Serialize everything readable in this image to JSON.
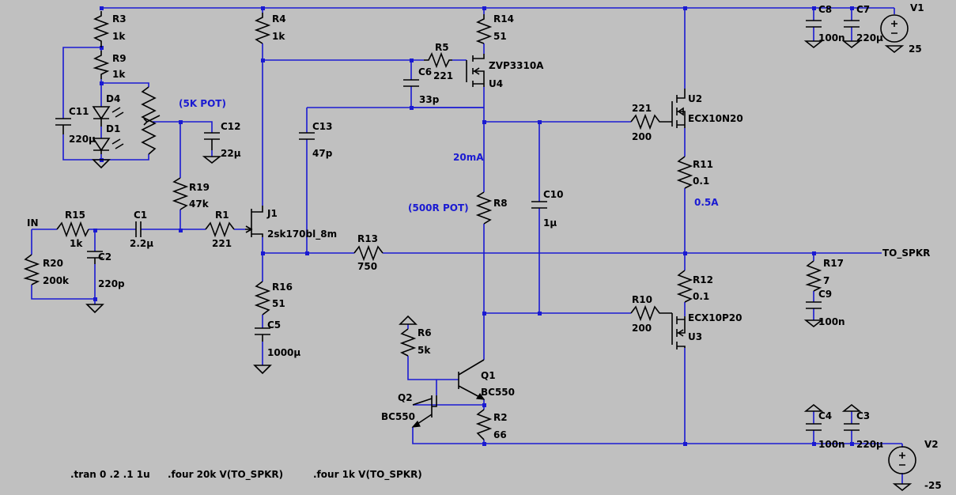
{
  "components": {
    "R3": {
      "name": "R3",
      "value": "1k"
    },
    "R9": {
      "name": "R9",
      "value": "1k"
    },
    "R4": {
      "name": "R4",
      "value": "1k"
    },
    "R14": {
      "name": "R14",
      "value": "51"
    },
    "R5": {
      "name": "R5",
      "value": "221"
    },
    "C6": {
      "name": "C6",
      "value": "33p"
    },
    "U4": {
      "name": "U4",
      "value": "ZVP3310A"
    },
    "C8": {
      "name": "C8",
      "value": "100n"
    },
    "C7": {
      "name": "C7",
      "value": "220µ"
    },
    "V1": {
      "name": "V1",
      "value": "25"
    },
    "D4": {
      "name": "D4"
    },
    "D1": {
      "name": "D1"
    },
    "C11": {
      "name": "C11",
      "value": "220µ"
    },
    "C12": {
      "name": "C12",
      "value": "22µ"
    },
    "C13": {
      "name": "C13",
      "value": "47p"
    },
    "U2": {
      "name": "U2",
      "value": "ECX10N20"
    },
    "Rg2": {
      "name": "221",
      "value": "200"
    },
    "R11": {
      "name": "R11",
      "value": "0.1"
    },
    "R19": {
      "name": "R19",
      "value": "47k"
    },
    "R8": {
      "name": "R8"
    },
    "C10": {
      "name": "C10",
      "value": "1µ"
    },
    "J1": {
      "name": "J1",
      "value": "2sk170bl_8m"
    },
    "R15": {
      "name": "R15",
      "value": "1k"
    },
    "C1": {
      "name": "C1",
      "value": "2.2µ"
    },
    "R1": {
      "name": "R1",
      "value": "221"
    },
    "R13": {
      "name": "R13",
      "value": "750"
    },
    "R20": {
      "name": "R20",
      "value": "200k"
    },
    "C2": {
      "name": "C2",
      "value": "220p"
    },
    "R16": {
      "name": "R16",
      "value": "51"
    },
    "C5": {
      "name": "C5",
      "value": "1000µ"
    },
    "R17": {
      "name": "R17",
      "value": "7"
    },
    "C9": {
      "name": "C9",
      "value": "100n"
    },
    "R12": {
      "name": "R12",
      "value": "0.1"
    },
    "R10": {
      "name": "R10",
      "value": "200"
    },
    "U3": {
      "name": "U3",
      "value": "ECX10P20"
    },
    "R6": {
      "name": "R6",
      "value": "5k"
    },
    "Q1": {
      "name": "Q1",
      "value": "BC550"
    },
    "Q2": {
      "name": "Q2",
      "value": "BC550"
    },
    "R2": {
      "name": "R2",
      "value": "66"
    },
    "C4": {
      "name": "C4",
      "value": "100n"
    },
    "C3": {
      "name": "C3",
      "value": "220µ"
    },
    "V2": {
      "name": "V2",
      "value": "-25"
    }
  },
  "annotations": {
    "pot5k": "(5K POT)",
    "current20": "20mA",
    "pot500": "(500R POT)",
    "current05": "0.5A"
  },
  "nets": {
    "in": "IN",
    "out": "TO_SPKR"
  },
  "directives": {
    "tran": ".tran 0 .2 .1 1u",
    "four20k": ".four 20k V(TO_SPKR)",
    "four1k": ".four 1k V(TO_SPKR)"
  }
}
